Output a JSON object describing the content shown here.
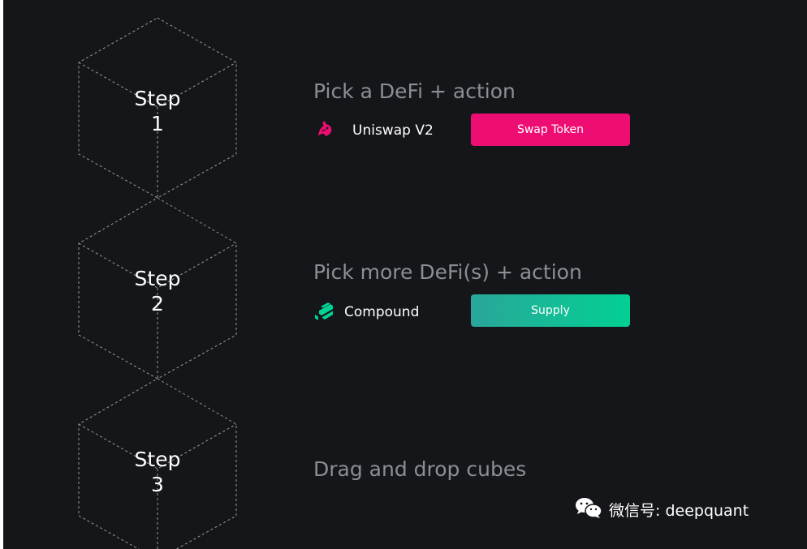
{
  "steps": [
    {
      "label": "Step",
      "number": "1",
      "heading": "Pick a DeFi + action",
      "protocol": {
        "name": "Uniswap V2",
        "icon": "uniswap-unicorn-icon",
        "color": "#ee0d72"
      },
      "action": {
        "label": "Swap Token",
        "color": "#ee0d72"
      }
    },
    {
      "label": "Step",
      "number": "2",
      "heading": "Pick more DeFi(s) + action",
      "protocol": {
        "name": "Compound",
        "icon": "compound-logo-icon",
        "color": "#00d395"
      },
      "action": {
        "label": "Supply",
        "color_start": "#2aa69a",
        "color_end": "#02d093"
      }
    },
    {
      "label": "Step",
      "number": "3",
      "heading": "Drag and drop cubes"
    }
  ],
  "watermark": {
    "icon": "wechat-icon",
    "text": "微信号: deepquant"
  },
  "colors": {
    "background": "#151619",
    "heading": "#8d8e93",
    "cube_line": "#9a9ba0"
  }
}
